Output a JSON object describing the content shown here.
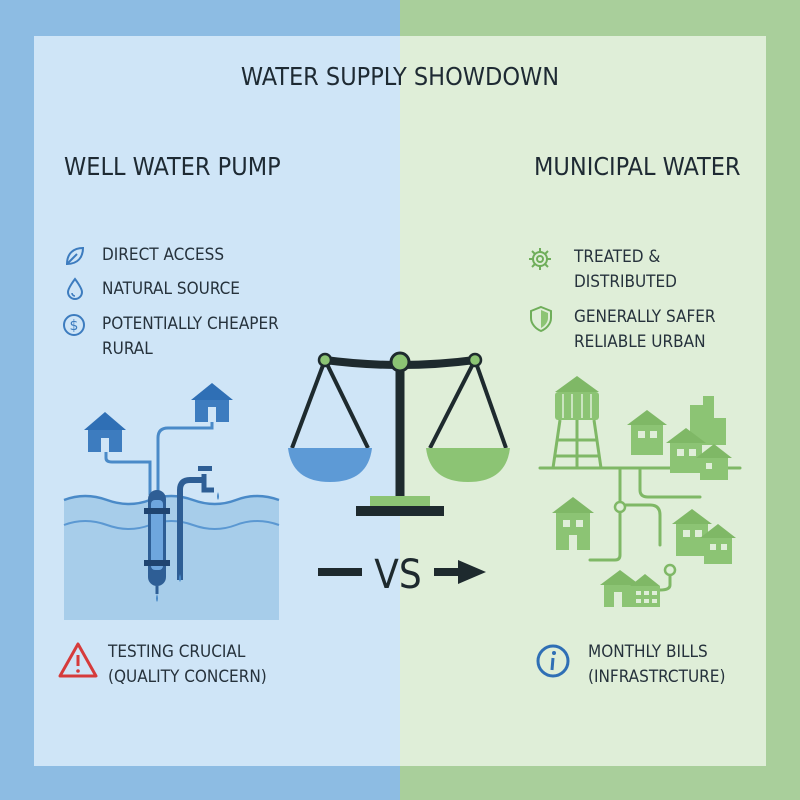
{
  "title": "WATER SUPPLY SHOWDOWN",
  "vs_label": "VS",
  "colors": {
    "left_bg": "#8dbce3",
    "left_panel": "#cfe5f7",
    "left_accent": "#3d7cbf",
    "right_bg": "#a9cf9b",
    "right_panel": "#dfeed8",
    "right_accent": "#6fae5a",
    "warning": "#d63b3b",
    "info": "#2f6fb5",
    "dark": "#1e2a2e"
  },
  "left": {
    "heading": "WELL WATER PUMP",
    "features": [
      {
        "icon": "leaf-icon",
        "text": "DIRECT ACCESS"
      },
      {
        "icon": "water-drop-icon",
        "text": "NATURAL SOURCE"
      },
      {
        "icon": "dollar-coin-icon",
        "text": "POTENTIALLY CHEAPER RURAL"
      }
    ],
    "note": {
      "icon": "warning-triangle-icon",
      "line1": "TESTING CRUCIAL",
      "line2": "(QUALITY CONCERN)"
    }
  },
  "right": {
    "heading": "MUNICIPAL WATER",
    "features": [
      {
        "icon": "gear-icon",
        "text": "TREATED & DISTRIBUTED"
      },
      {
        "icon": "shield-icon",
        "text": "GENERALLY SAFER RELIABLE URBAN"
      }
    ],
    "note": {
      "icon": "info-circle-icon",
      "line1": "MONTHLY BILLS",
      "line2": "(INFRASTRCTURE)"
    }
  }
}
